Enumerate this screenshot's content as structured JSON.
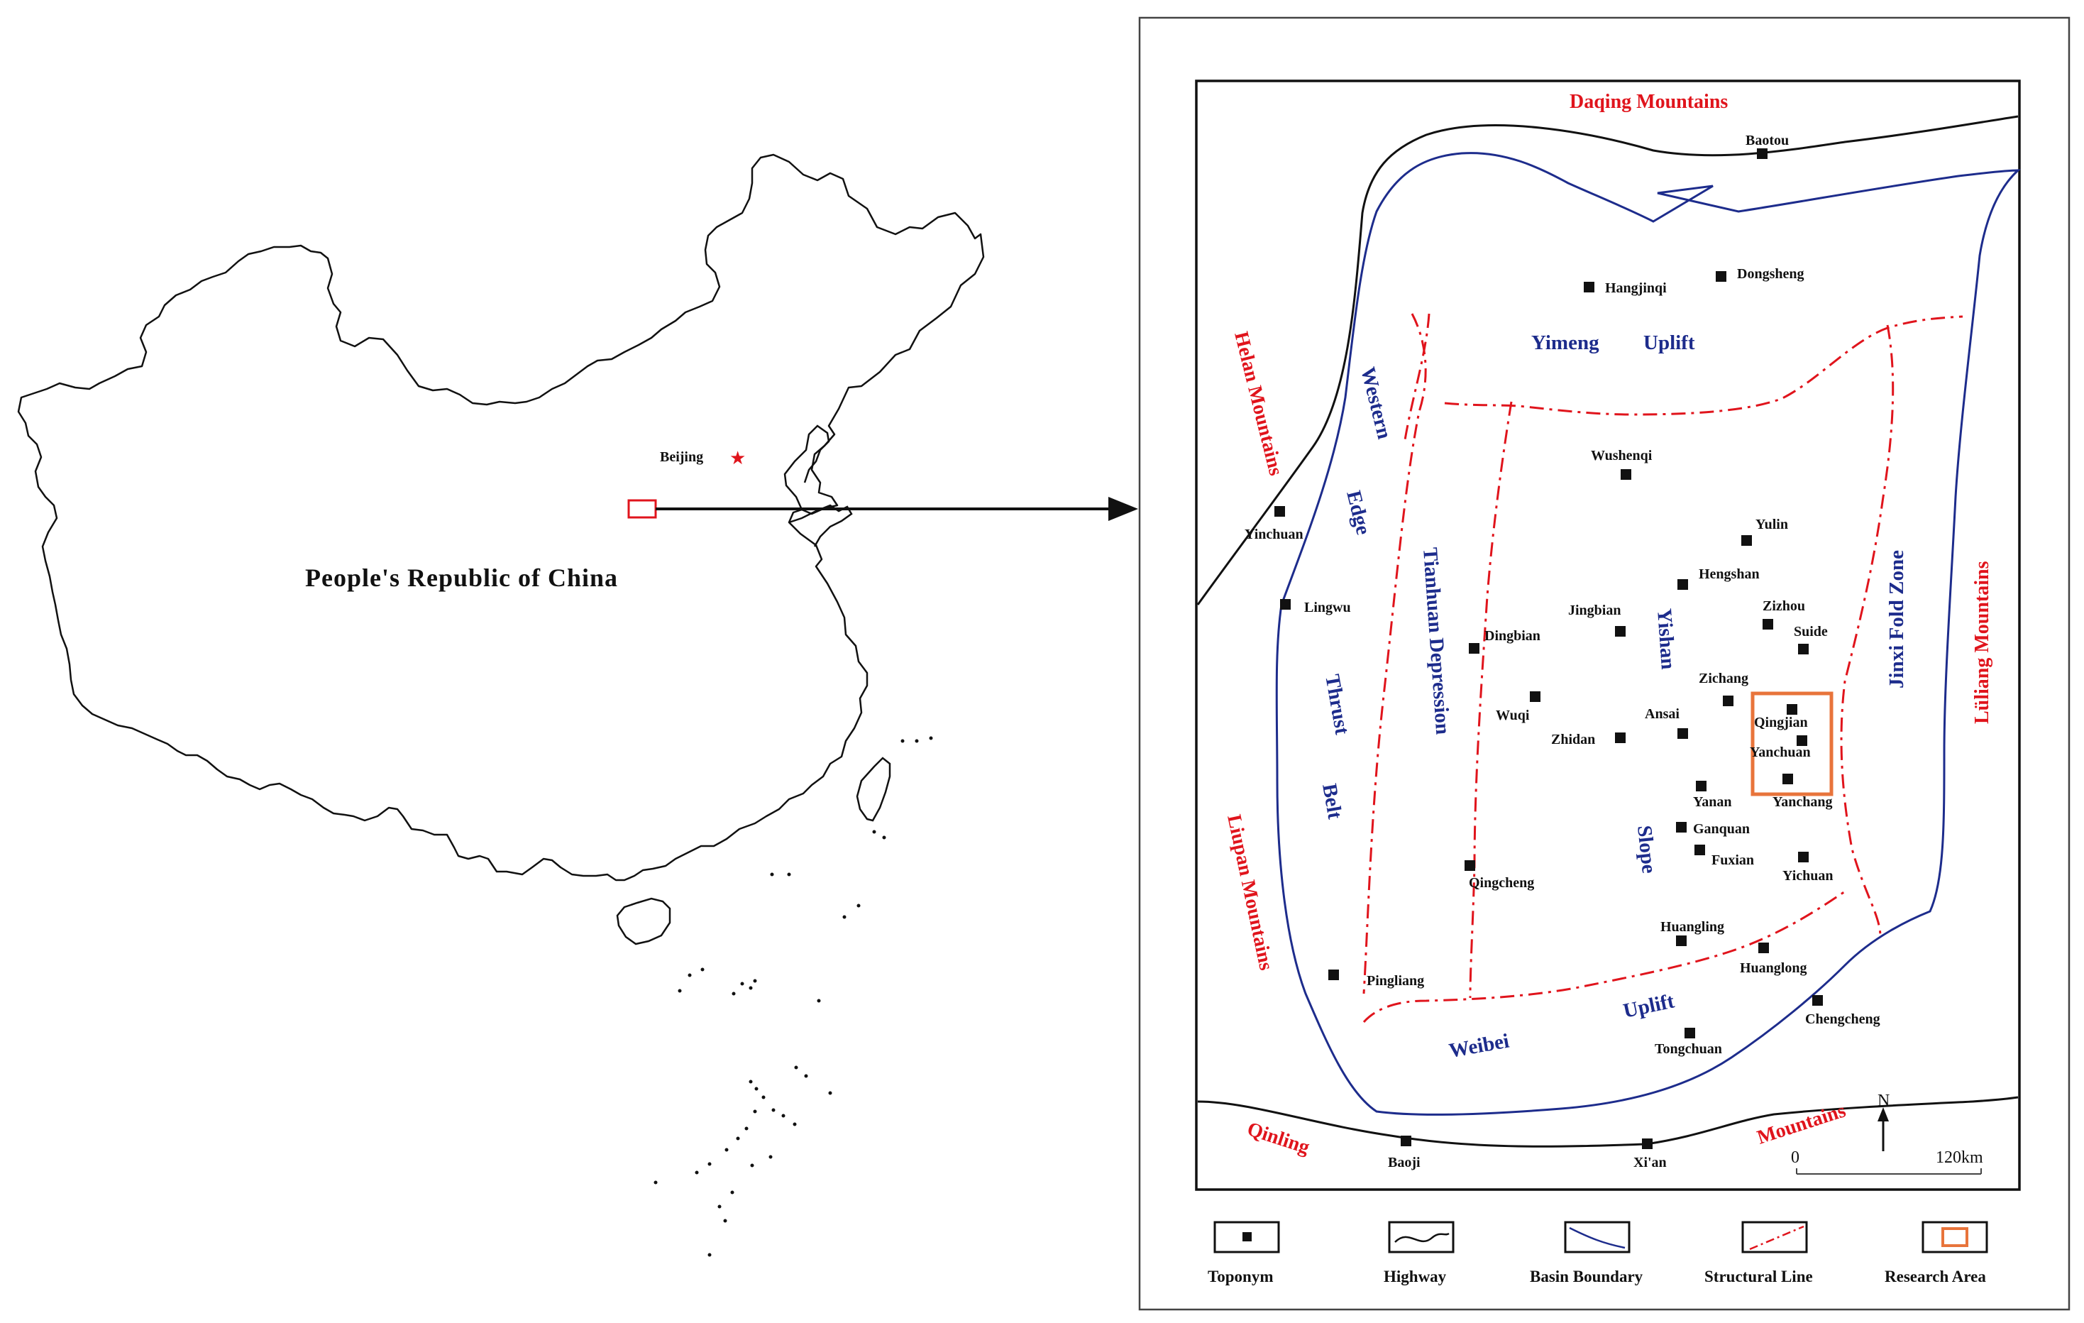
{
  "china_map": {
    "country_label": "People's Republic of China",
    "capital_label": "Beijing"
  },
  "basin_map": {
    "mountains": {
      "daqing": "Daqing Mountains",
      "helan": "Helan Mountains",
      "liupan": "Liupan Mountains",
      "luliang": "Lüliang Mountains",
      "qinling": "Qinling",
      "mountains": "Mountains"
    },
    "structures": {
      "yimeng": "Yimeng",
      "yimeng_uplift": "Uplift",
      "western": "Western",
      "edge": "Edge",
      "thrust": "Thrust",
      "belt": "Belt",
      "tianhuan": "Tianhuan Depression",
      "yishan": "Yishan",
      "slope": "Slope",
      "jinxi": "Jinxi Fold Zone",
      "weibei": "Weibei",
      "weibei_uplift": "Uplift"
    },
    "toponyms": {
      "baotou": "Baotou",
      "hangjinqi": "Hangjinqi",
      "dongsheng": "Dongsheng",
      "wushenqi": "Wushenqi",
      "yinchuan": "Yinchuan",
      "yulin": "Yulin",
      "hengshan": "Hengshan",
      "lingwu": "Lingwu",
      "jingbian": "Jingbian",
      "zizhou": "Zizhou",
      "suide": "Suide",
      "dingbian": "Dingbian",
      "zichang": "Zichang",
      "qingjian": "Qingjian",
      "wuqi": "Wuqi",
      "ansai": "Ansai",
      "zhidan": "Zhidan",
      "yanchuan": "Yanchuan",
      "yanchang": "Yanchang",
      "yanan": "Yanan",
      "ganquan": "Ganquan",
      "fuxian": "Fuxian",
      "yichuan": "Yichuan",
      "qingcheng": "Qingcheng",
      "huangling": "Huangling",
      "huanglong": "Huanglong",
      "pingliang": "Pingliang",
      "chengcheng": "Chengcheng",
      "tongchuan": "Tongchuan",
      "baoji": "Baoji",
      "xian": "Xi'an"
    },
    "north_label": "N",
    "scale_start": "0",
    "scale_end": "120km"
  },
  "legend": {
    "toponym": "Toponym",
    "highway": "Highway",
    "basin_boundary": "Basin Boundary",
    "structural_line": "Structural Line",
    "research_area": "Research Area"
  },
  "colors": {
    "mountain_red": "#e0141c",
    "structure_blue": "#1d2c8c",
    "research_orange": "#e8743b",
    "ink": "#111111"
  },
  "icons": {
    "capital": "star-icon",
    "north": "north-arrow-icon",
    "toponym": "square-marker-icon"
  }
}
